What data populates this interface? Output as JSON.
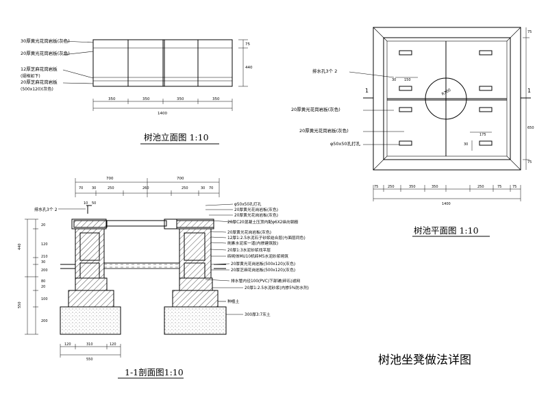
{
  "main_title": "树池坐凳做法详图",
  "elevation": {
    "title": "树池立面图  1:10",
    "labels": [
      "30厚黄光花岗岩板(灰色)",
      "20厚黄光花岗岩板(灰色)",
      "12厚芝麻花岗岩板",
      "(规格如下)",
      "20厚芝麻花岗岩板",
      "(500x120)(灰色)"
    ],
    "dims_bottom": [
      "350",
      "350",
      "350",
      "350"
    ],
    "dim_total": "1400",
    "dims_right": [
      "75",
      "440"
    ]
  },
  "plan": {
    "title": "树池平面图  1:10",
    "labels": {
      "drain": "排水孔3个 2",
      "top1": "20厚黄光花岗岩板(灰色)",
      "top2": "20厚黄光花岗岩板(灰色)",
      "hole": "φ50x50孔打孔"
    },
    "circle_label": "R300",
    "dims_inner": [
      "30",
      "150",
      "175",
      "30"
    ],
    "dims_bottom": [
      "75",
      "250",
      "350",
      "350",
      "250",
      "75",
      "75"
    ],
    "dim_total": "1400",
    "dims_right": [
      "75",
      "650",
      "75"
    ],
    "section_mark": "1"
  },
  "section": {
    "title": "1-1剖面图1:10",
    "top_dims": [
      "700",
      "700"
    ],
    "sub_dims": [
      "70",
      "30",
      "250",
      "260",
      "250",
      "30",
      "70"
    ],
    "left_labels": [
      "排水孔3个 2",
      "10",
      "50"
    ],
    "labels": [
      "φ50x50孔打孔",
      "20厚黄光花岗岩板(灰色)",
      "20厚黄光花岗岩板(灰色)",
      "20厚C20混凝土压顶内配φ6X2纵向钢筋",
      "20厚黄光花岗岩板(灰色)",
      "12厚1:2.5水泥石子砂浆结合层(与面层同色)",
      "刷素水泥浆一道(内掺建筑胶)",
      "20厚1:3水泥砂浆找平层",
      "砖砌体MU10机砖M5水泥砂浆砌筑",
      "20厚黄光花岗岩板(500x120)(灰色)",
      "20厚芝麻花岗岩板(500x120)(灰色)",
      "排水管内径100(PVC)下部铺(碎石)滤网",
      "20厚1:2.5水泥砂浆(内掺5%防水剂)",
      "种植土",
      "300厚3:7灰土"
    ],
    "left_dims": [
      "440",
      "20",
      "120",
      "210",
      "30",
      "200",
      "80",
      "20",
      "100",
      "200",
      "550"
    ],
    "bottom_dims": [
      "120",
      "310",
      "120"
    ],
    "bottom_total": "550"
  }
}
